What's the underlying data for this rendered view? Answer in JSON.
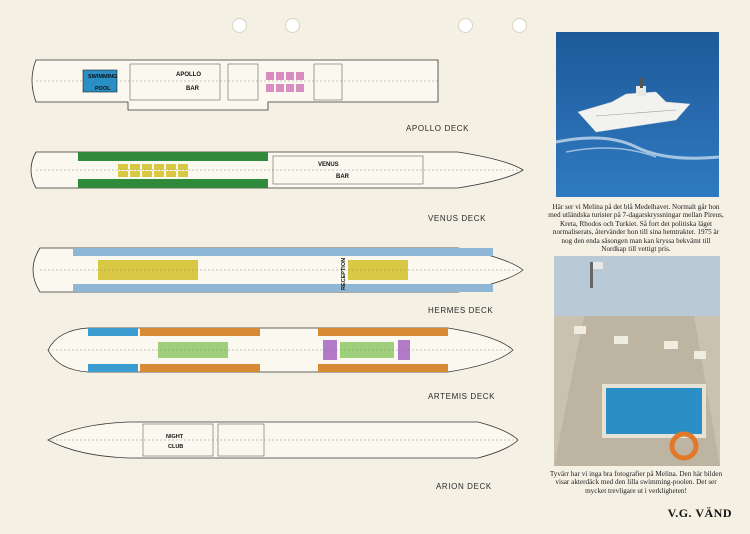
{
  "decks": {
    "apollo": {
      "name": "APOLLO DECK",
      "labels": {
        "swimming": "SWIMMING",
        "pool": "POOL",
        "apollo": "APOLLO",
        "bar": "BAR"
      }
    },
    "venus": {
      "name": "VENUS DECK",
      "labels": {
        "venus": "VENUS",
        "bar": "BAR"
      }
    },
    "hermes": {
      "name": "HERMES DECK",
      "labels": {
        "reception": "RECEPTION"
      }
    },
    "artemis": {
      "name": "ARTEMIS DECK"
    },
    "arion": {
      "name": "ARION DECK",
      "labels": {
        "night": "NIGHT",
        "club": "CLUB"
      }
    }
  },
  "photos": {
    "ship_at_sea": {
      "caption": "Här ser vi Melina på det blå Medelhavet. Normalt går hon med utländska turister på 7-dagarskryssningar mellan Pireus, Kreta, Rhodos och Turkiet. Så fort det politiska läget normaliserats, återvänder hon till sina hemtrakter. 1975 är nog den enda säsongen man kan kryssa bekvämt till Nordkap till vettigt pris."
    },
    "aft_deck_pool": {
      "caption": "Tyvärr har vi inga bra fotografier på Melina. Den här bilden visar akterdäck med den lilla swimming-poolen. Det ser mycket trevligare ut i verkligheten!"
    }
  },
  "footer": {
    "turn_label": "V.G. VÄND"
  },
  "colors": {
    "paper": "#f4f0e4",
    "green_cabins": "#2f8a3c",
    "yellow_cabins": "#d9c843",
    "blue_cabins": "#8fb6d4",
    "cyan_cabins": "#3a9ccf",
    "orange_cabins": "#d88a35",
    "purple_cabins": "#b27ac8",
    "pink_cabins": "#d98cc0",
    "light_green_cabins": "#9fcf7a",
    "sea_blue": "#2d6fb0",
    "pool_blue": "#2a8fc4"
  }
}
